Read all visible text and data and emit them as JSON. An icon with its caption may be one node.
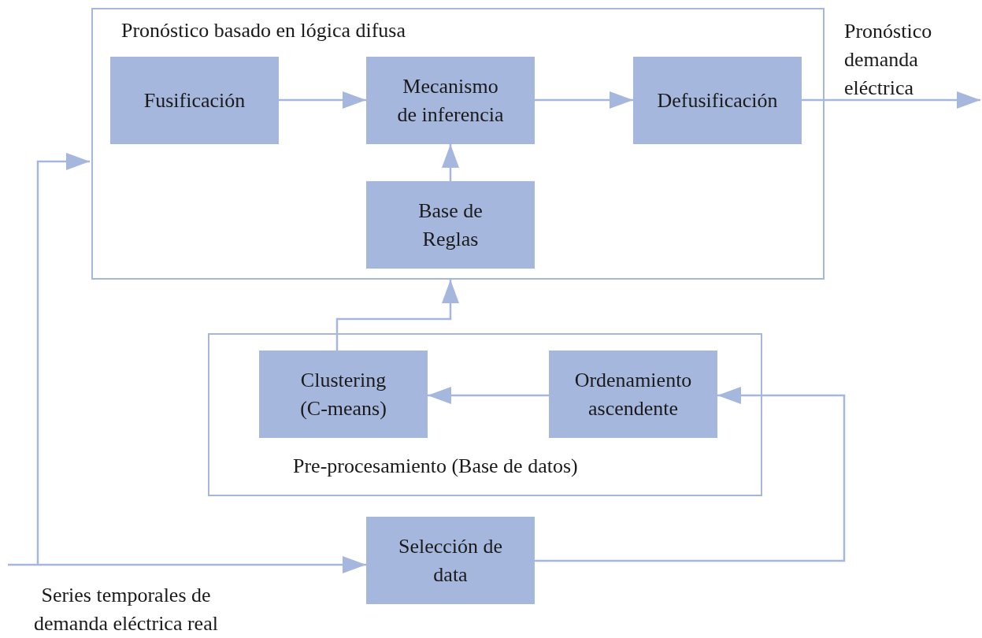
{
  "diagram": {
    "nodes": [
      {
        "text": [
          "Pronóstico basado en lógica difusa"
        ]
      },
      {
        "text": [
          "Fusificación"
        ],
        "in": 0
      },
      {
        "text": [
          "Mecanismo de inferencia"
        ],
        "in": 0
      },
      {
        "text": [
          "Defusificación"
        ],
        "in": 0
      },
      {
        "text": [
          "Base de Reglas"
        ],
        "in": 0
      },
      {
        "text": [
          "Pre-procesamiento (Base de datos)"
        ]
      },
      {
        "text": [
          "Clustering (C-means)"
        ],
        "in": 5
      },
      {
        "text": [
          "Ordenamiento ascendente"
        ],
        "in": 5
      },
      {
        "text": [
          "Selección de data"
        ]
      }
    ],
    "edges": [
      {
        "from": 1,
        "to": 2,
        "arrow": "to"
      },
      {
        "from": 2,
        "to": 3,
        "arrow": "to"
      },
      {
        "from": 4,
        "to": 2,
        "arrow": "to"
      },
      {
        "from": 3,
        "to": null,
        "arrow": "to"
      },
      {
        "from": null,
        "to": 8,
        "arrow": "to"
      },
      {
        "from": null,
        "to": 0,
        "arrow": "to"
      },
      {
        "from": 6,
        "to": 0,
        "arrow": "to"
      },
      {
        "from": 7,
        "to": 6,
        "arrow": "to"
      },
      {
        "from": 8,
        "to": 7,
        "arrow": "to"
      }
    ],
    "labels": [
      "Pronóstico demanda eléctrica",
      "Series temporales de demanda eléctrica real"
    ]
  }
}
